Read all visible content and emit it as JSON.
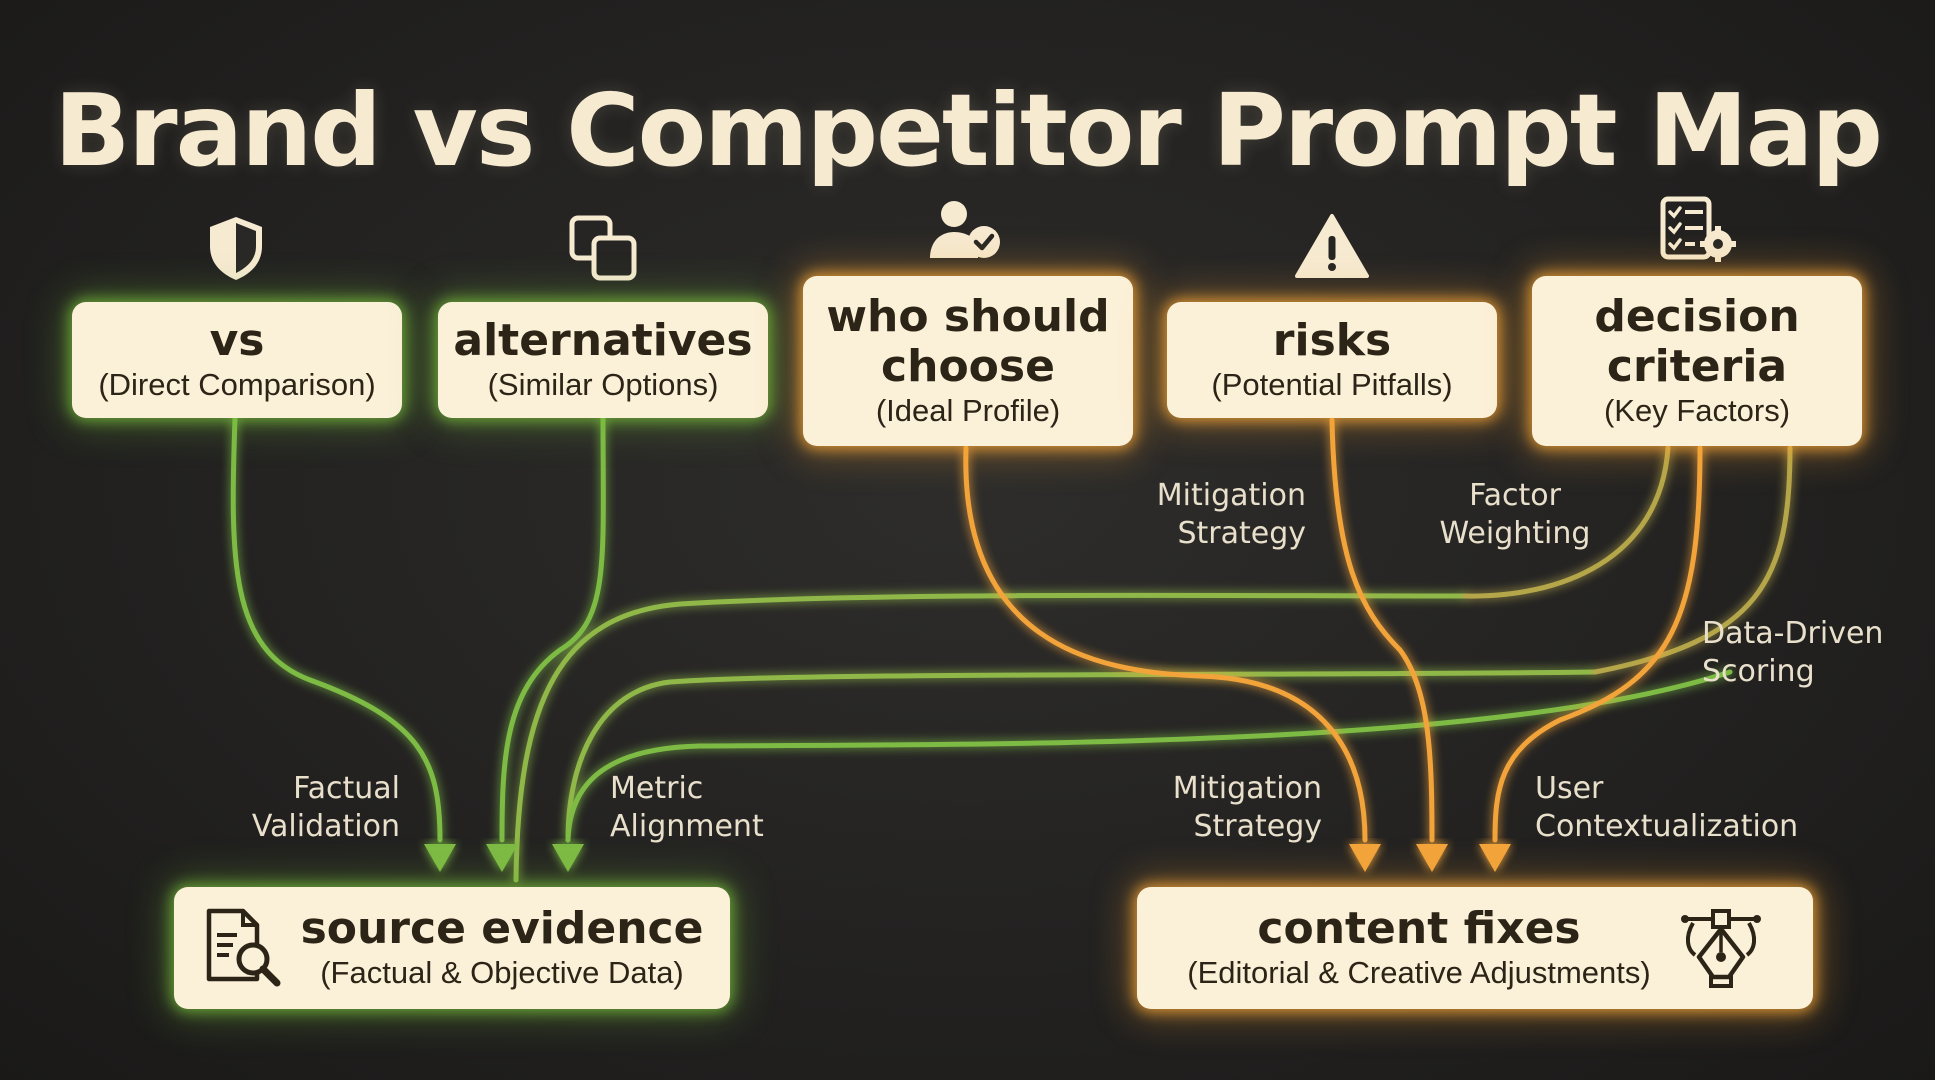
{
  "title": "Brand vs Competitor Prompt Map",
  "nodes": {
    "vs": {
      "main": "vs",
      "sub": "(Direct Comparison)",
      "icon": "shield-icon"
    },
    "alternatives": {
      "main": "alternatives",
      "sub": "(Similar Options)",
      "icon": "copy-icon"
    },
    "who_should_choose": {
      "main_line1": "who should",
      "main_line2": "choose",
      "sub": "(Ideal Profile)",
      "icon": "user-check-icon"
    },
    "risks": {
      "main": "risks",
      "sub": "(Potential Pitfalls)",
      "icon": "warning-icon"
    },
    "decision_criteria": {
      "main_line1": "decision",
      "main_line2": "criteria",
      "sub": "(Key Factors)",
      "icon": "checklist-gear-icon"
    },
    "source_evidence": {
      "main": "source evidence",
      "sub": "(Factual & Objective Data)",
      "icon": "document-search-icon"
    },
    "content_fixes": {
      "main": "content fixes",
      "sub": "(Editorial & Creative Adjustments)",
      "icon": "pen-tool-icon"
    }
  },
  "edge_labels": {
    "factual_validation": [
      "Factual",
      "Validation"
    ],
    "metric_alignment": [
      "Metric",
      "Alignment"
    ],
    "mitigation_strategy_top": [
      "Mitigation",
      "Strategy"
    ],
    "factor_weighting": [
      "Factor",
      "Weighting"
    ],
    "data_driven_scoring": [
      "Data-Driven",
      "Scoring"
    ],
    "mitigation_strategy_bottom": [
      "Mitigation",
      "Strategy"
    ],
    "user_contextualization": [
      "User",
      "Contextualization"
    ]
  },
  "colors": {
    "evidence_green": "#7dbb45",
    "fixes_orange": "#f2a43a",
    "mixed_olive": "#b4a64a",
    "node_fill": "#fbf0d8",
    "title": "#f6ead1"
  }
}
